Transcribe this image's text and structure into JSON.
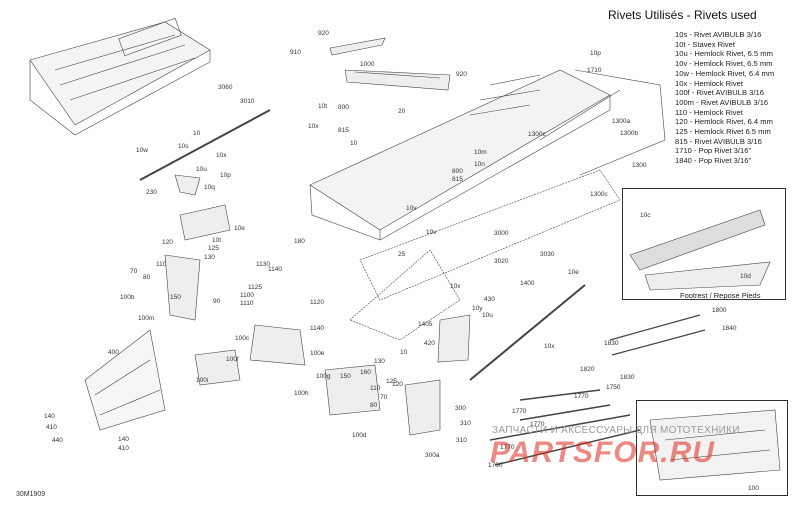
{
  "legend": {
    "title": "Rivets Utilisés - Rivets used",
    "items": [
      "10s - Rivet AVIBULB 3/16",
      "10t - Stavex Rivet",
      "10u - Hemlock Rivet, 6.5 mm",
      "10v - Hemlock Rivet, 6.5 mm",
      "10w - Hemlock Rivet, 6.4 mm",
      "10x - Hemlock Rivet",
      "100f - Rivet AVIBULB 3/16",
      "100m - Rivet AVIBULB 3/16",
      "110 - Hemlock Rivet",
      "120 - Hemlock Rivet, 6.4 mm",
      "125 - Hemlock Rivet 6.5 mm",
      "815 - Rivet AVIBULB 3/16",
      "1710 - Pop Rivet 3/16\"",
      "1840 - Pop Rivet 3/16\""
    ]
  },
  "inset": {
    "caption": "Footrest / Repose Pieds"
  },
  "figure_code": "30M1909",
  "watermark": {
    "subtitle": "ЗАПЧАСТИ И АКСЕССУАРЫ ДЛЯ МОТОТЕХНИКИ",
    "logo": "PARTSFOR.RU"
  },
  "callouts": [
    "920",
    "910",
    "1000",
    "920",
    "10p",
    "1710",
    "10",
    "3060",
    "3010",
    "10t",
    "10s",
    "20",
    "800",
    "815",
    "10",
    "10x",
    "1300c",
    "1300a",
    "1300b",
    "1300",
    "10w",
    "10u",
    "10x",
    "10p",
    "10q",
    "230",
    "10e",
    "10m",
    "10n",
    "800",
    "815",
    "10v",
    "1300c",
    "10c",
    "10d",
    "180",
    "120",
    "10t",
    "125",
    "130",
    "10v",
    "25",
    "3000",
    "3020",
    "3030",
    "10e",
    "70",
    "80",
    "110",
    "100b",
    "150",
    "90",
    "1130",
    "1140",
    "1125",
    "1100",
    "1110",
    "1120",
    "100m",
    "1140",
    "10x",
    "430",
    "10y",
    "10u",
    "1400",
    "400",
    "100c",
    "100e",
    "1405",
    "420",
    "10",
    "1800",
    "1840",
    "10x",
    "100f",
    "130",
    "160",
    "150",
    "100g",
    "100i",
    "120",
    "125",
    "110",
    "100h",
    "70",
    "80",
    "300",
    "310",
    "310",
    "100d",
    "300a",
    "140",
    "410",
    "440",
    "140",
    "410",
    "1830",
    "1820",
    "1830",
    "1770",
    "1770",
    "1750",
    "1770",
    "1770",
    "1700",
    "100"
  ]
}
